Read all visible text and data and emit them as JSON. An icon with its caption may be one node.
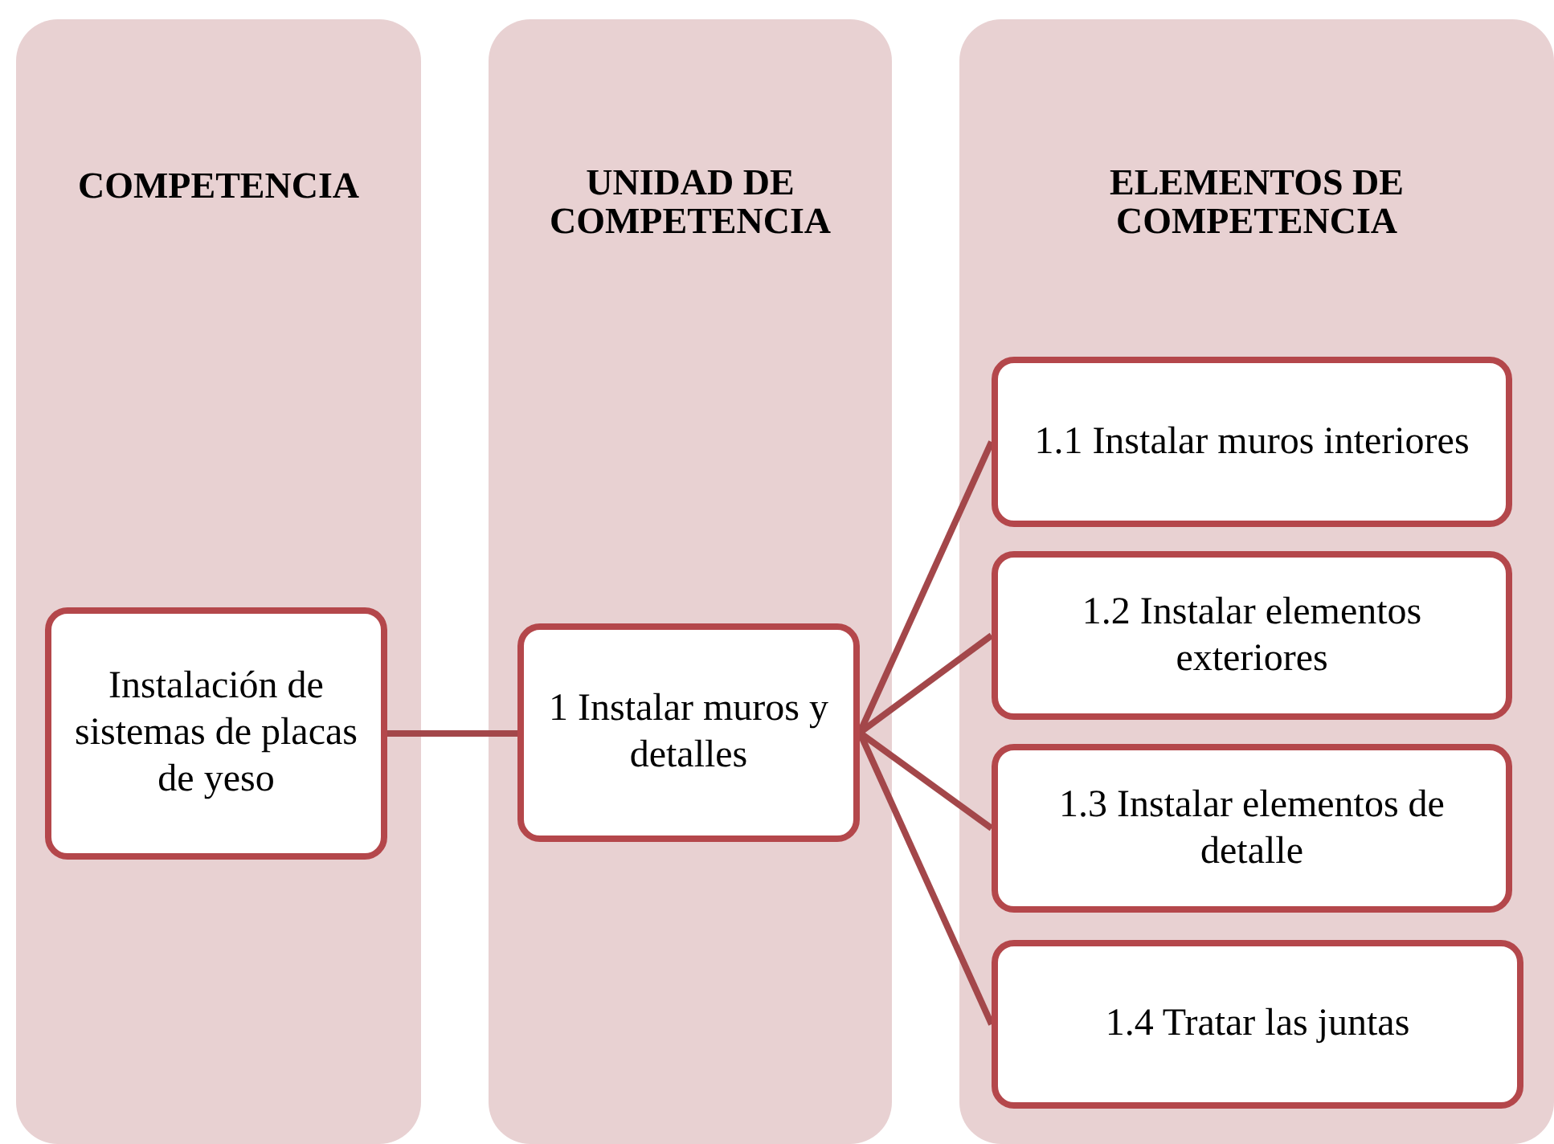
{
  "diagram": {
    "nodes": [
      {
        "text": [
          "COMPETENCIA"
        ]
      },
      {
        "text": [
          "Instalación de sistemas de placas de yeso"
        ],
        "in": 0
      },
      {
        "text": [
          "UNIDAD DE COMPETENCIA"
        ]
      },
      {
        "text": [
          "1 Instalar muros y detalles"
        ],
        "in": 2
      },
      {
        "text": [
          "ELEMENTOS DE COMPETENCIA"
        ]
      },
      {
        "text": [
          "1.1 Instalar muros interiores"
        ],
        "in": 4
      },
      {
        "text": [
          "1.2 Instalar elementos exteriores"
        ],
        "in": 4
      },
      {
        "text": [
          "1.3 Instalar elementos de detalle"
        ],
        "in": 4
      },
      {
        "text": [
          "1.4 Tratar las juntas"
        ],
        "in": 4
      }
    ],
    "edges": [
      {
        "from": 1,
        "to": 3,
        "arrow": "none"
      },
      {
        "from": 3,
        "to": 5,
        "arrow": "none"
      },
      {
        "from": 3,
        "to": 6,
        "arrow": "none"
      },
      {
        "from": 3,
        "to": 7,
        "arrow": "none"
      },
      {
        "from": 3,
        "to": 8,
        "arrow": "none"
      }
    ]
  }
}
